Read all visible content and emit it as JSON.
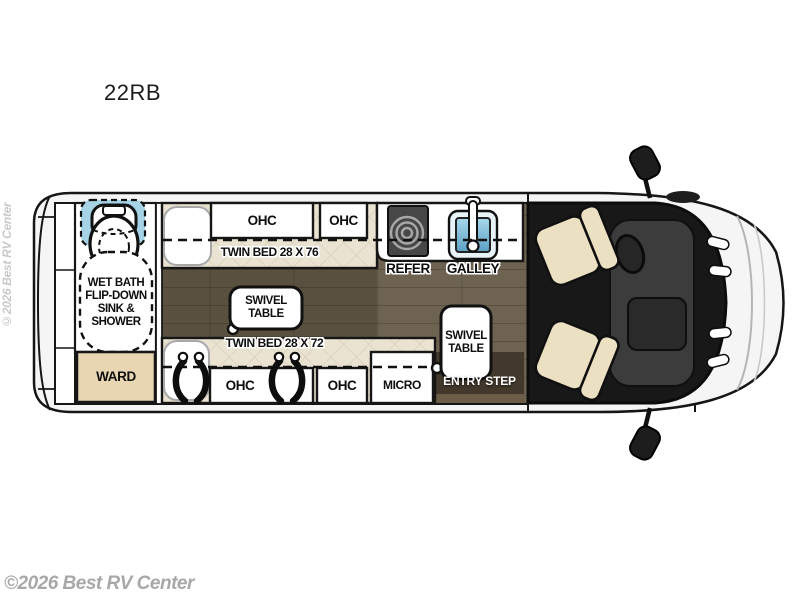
{
  "title": "22RB",
  "watermarks": {
    "bottom": "©2026 Best RV Center",
    "side": "©2026 Best RV Center"
  },
  "labels": {
    "ohc": "OHC",
    "twin_bed_top": "TWIN BED 28 X 76",
    "twin_bed_bottom": "TWIN BED 28 X 72",
    "refer": "REFER",
    "galley": "GALLEY",
    "micro": "MICRO",
    "entry_step": "ENTRY STEP",
    "ward": "WARD",
    "swivel_table_lines": [
      "SWIVEL",
      "TABLE"
    ],
    "wet_bath_lines": [
      "WET BATH",
      "FLIP-DOWN",
      "SINK &",
      "SHOWER"
    ]
  },
  "icons": {
    "toilet": "toilet-icon",
    "shower": "shower-area-icon",
    "galley_sink": "sink-icon",
    "refrigerator": "refer-icon",
    "seatbelt": "seatbelt-icon",
    "cab_seat": "swivel-seat-icon",
    "side_mirror": "mirror-icon",
    "swivel_pivot": "pivot-dot-icon"
  },
  "colors": {
    "floor_wood": "#6e6350",
    "aisle_shade": "rgba(30,22,10,0.25)",
    "bed_quilt": "#eae3d2",
    "quilt_line": "#d8d0ba",
    "ward_tan": "#e8d6b3",
    "shower_blue": "#a6d4e6",
    "sink_blue_light": "#a8d8ec",
    "sink_blue_dark": "#5b9fc4",
    "seat_cream": "#ece0c2",
    "cab_dark": "#181818",
    "dash_gray": "#3c3c3c",
    "outline": "#161616",
    "body_gray": "#f5f5f5",
    "entry_dark": "#42382b",
    "entry_strip": "#6a5c47",
    "refer_body": "#474747",
    "watermark_gray": "#a8a8a8"
  }
}
